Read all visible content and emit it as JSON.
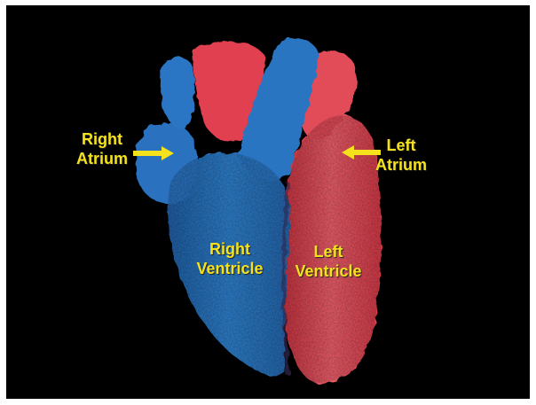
{
  "labels": {
    "right_atrium": {
      "line1": "Right",
      "line2": "Atrium"
    },
    "left_atrium": {
      "line1": "Left",
      "line2": "Atrium"
    },
    "right_ventricle": {
      "line1": "Right",
      "line2": "Ventricle"
    },
    "left_ventricle": {
      "line1": "Left",
      "line2": "Ventricle"
    }
  },
  "colors": {
    "background": "#000000",
    "label_text": "#f5e21c",
    "right_side": "#2b78c5",
    "left_side": "#e9505f"
  }
}
